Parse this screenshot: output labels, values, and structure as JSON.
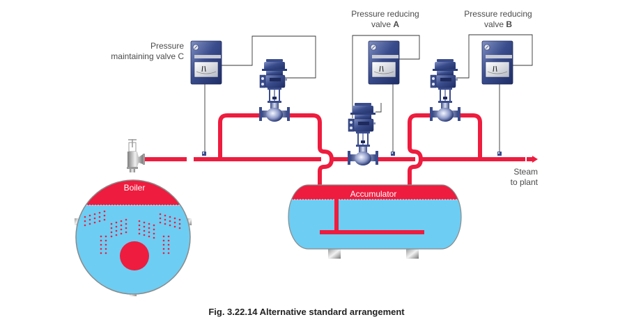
{
  "figure": {
    "caption": "Fig. 3.22.14 Alternative standard arrangement"
  },
  "labels": {
    "valve_c_line1": "Pressure",
    "valve_c_line2": "maintaining valve C",
    "valve_a_line1": "Pressure reducing",
    "valve_a_line2_prefix": "valve ",
    "valve_a_letter": "A",
    "valve_b_line1": "Pressure reducing",
    "valve_b_line2_prefix": "valve ",
    "valve_b_letter": "B",
    "boiler": "Boiler",
    "accumulator": "Accumulator",
    "outlet_line1": "Steam",
    "outlet_line2": "to plant"
  },
  "colors": {
    "steam": "#ee1c3e",
    "water": "#6dcdf3",
    "vessel_outline": "#8a8a8a",
    "controller_blue": "#2c3e7a",
    "impulse_line": "#333333"
  },
  "components": [
    {
      "id": "boiler",
      "type": "vessel",
      "label_key": "boiler"
    },
    {
      "id": "accumulator",
      "type": "vessel",
      "label_key": "accumulator"
    },
    {
      "id": "valve-c",
      "type": "control-valve",
      "role": "pressure maintaining"
    },
    {
      "id": "valve-a",
      "type": "control-valve",
      "role": "pressure reducing"
    },
    {
      "id": "valve-b",
      "type": "control-valve",
      "role": "pressure reducing"
    },
    {
      "id": "boiler-stop-valve",
      "type": "globe-valve"
    }
  ]
}
